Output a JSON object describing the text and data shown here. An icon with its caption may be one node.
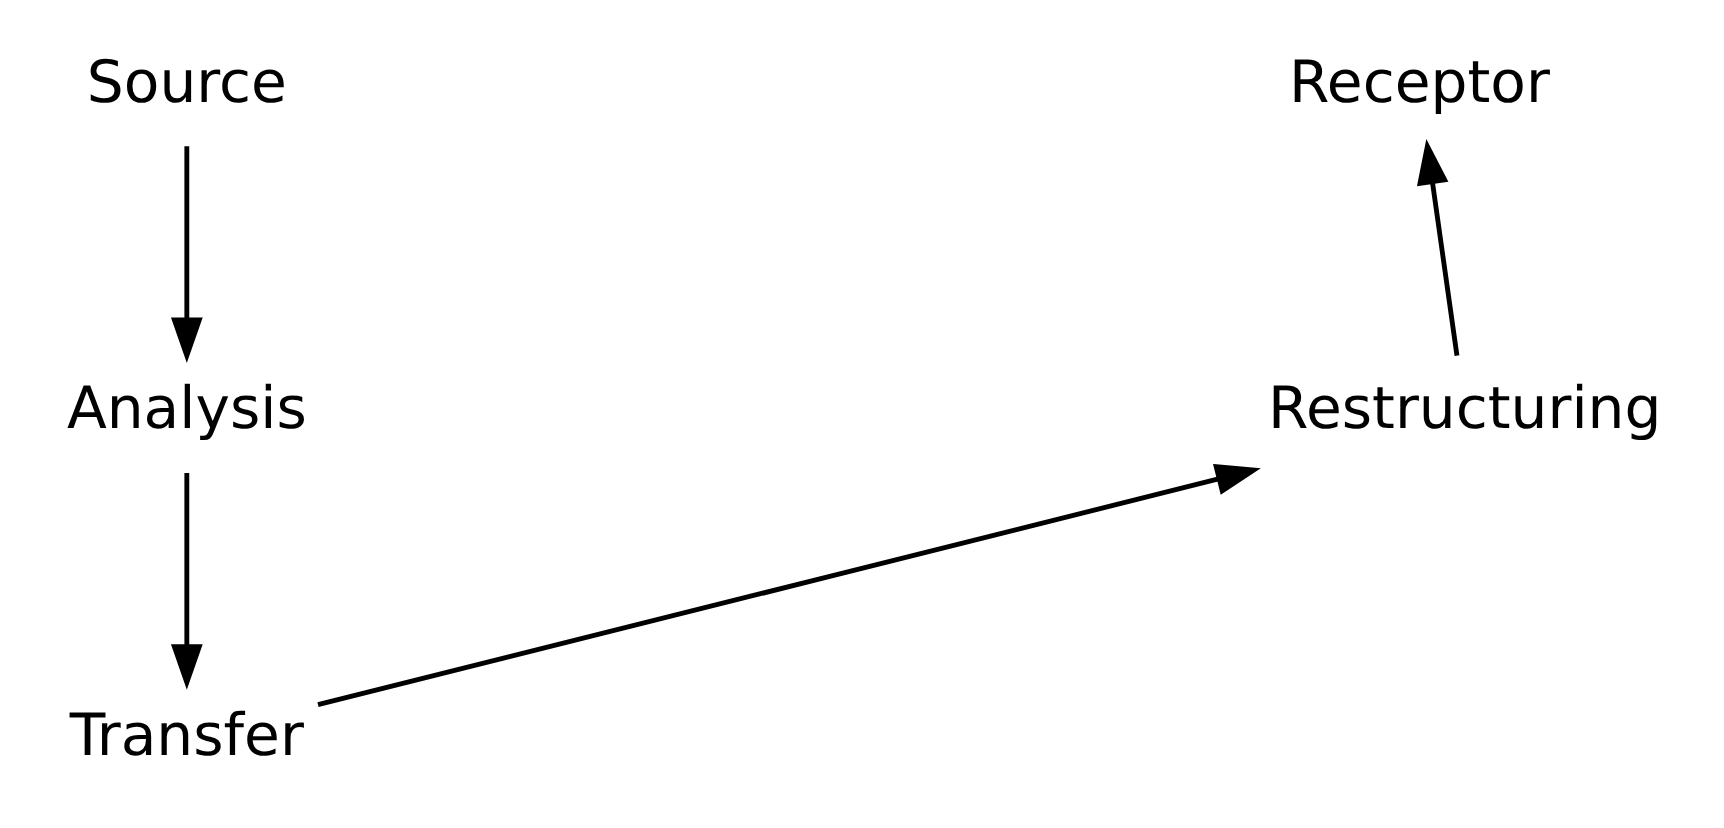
{
  "diagram": {
    "nodes": [
      {
        "text": [
          "Source"
        ]
      },
      {
        "text": [
          "Analysis"
        ]
      },
      {
        "text": [
          "Transfer"
        ]
      },
      {
        "text": [
          "Restructuring"
        ]
      },
      {
        "text": [
          "Receptor"
        ]
      }
    ],
    "edges": [
      {
        "from": 0,
        "to": 1,
        "arrow": "to"
      },
      {
        "from": 1,
        "to": 2,
        "arrow": "to"
      },
      {
        "from": 2,
        "to": 3,
        "arrow": "to"
      },
      {
        "from": 3,
        "to": 4,
        "arrow": "to"
      }
    ]
  }
}
